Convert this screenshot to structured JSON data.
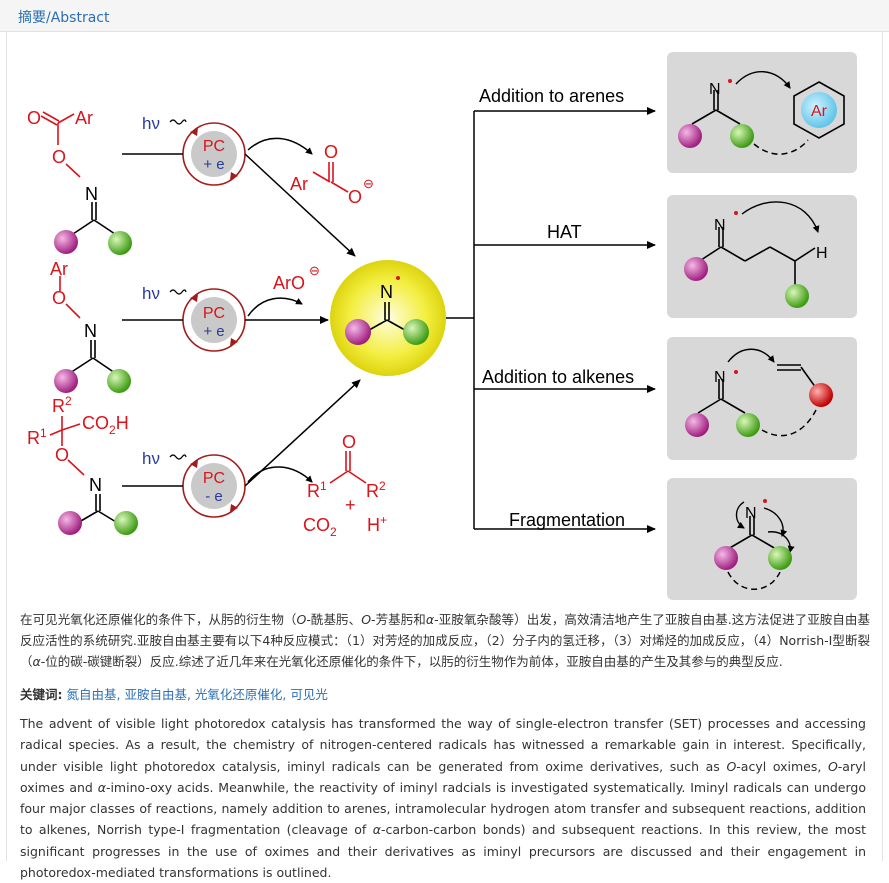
{
  "header": {
    "title": "摘要/Abstract"
  },
  "scheme": {
    "left": {
      "reagent1": {
        "top_group": "Ar",
        "o_atom": "O",
        "link_o": "O",
        "n_atom": "N"
      },
      "reagent2": {
        "top_group": "Ar",
        "link_o": "O",
        "n_atom": "N"
      },
      "reagent3": {
        "r2": "R",
        "r2_sup": "2",
        "r1": "R",
        "r1_sup": "1",
        "acid": "CO",
        "acid_sub": "2",
        "acid_h": "H",
        "link_o": "O",
        "n_atom": "N"
      },
      "light": "hν",
      "pc1": {
        "top": "PC",
        "bottom": "+ e"
      },
      "pc2": {
        "top": "PC",
        "bottom": "+ e"
      },
      "pc3": {
        "top": "PC",
        "bottom": "- e"
      },
      "byproduct1": {
        "ar": "Ar",
        "o_top": "O",
        "o_right": "O",
        "charge": "⊖"
      },
      "byproduct2": {
        "text": "ArO",
        "charge": "⊖"
      },
      "byproduct3": {
        "o_top": "O",
        "r1": "R",
        "r1_sup": "1",
        "r2": "R",
        "r2_sup": "2",
        "co2": "CO",
        "co2_sub": "2",
        "plus": "+",
        "h": "H",
        "h_sup": "+"
      },
      "center_n": "N"
    },
    "right": {
      "pathways": [
        {
          "label": "Addition to arenes",
          "n_atom": "N",
          "ring_label": "Ar"
        },
        {
          "label": "HAT",
          "n_atom": "N",
          "h_atom": "H"
        },
        {
          "label": "Addition to alkenes",
          "n_atom": "N"
        },
        {
          "label": "Fragmentation",
          "n_atom": "N"
        }
      ]
    },
    "colors": {
      "red": "#d9141b",
      "blue": "#2b3a9b",
      "magenta": "#c0399f",
      "green": "#6cbf3a",
      "yellow": "#e8e000",
      "box": "#d8d8d8",
      "pc_gray": "#c9c9c9"
    }
  },
  "abstract_cn": {
    "p1": "在可见光氧化还原催化的条件下，从肟的衍生物（",
    "i1": "O",
    "p2": "-酰基肟、",
    "i2": "O",
    "p3": "-芳基肟和",
    "i3": "α",
    "p4": "-亚胺氧杂酸等）出发，高效清洁地产生了亚胺自由基.这方法促进了亚胺自由基反应活性的系统研究.亚胺自由基主要有以下4种反应模式：（1）对芳烃的加成反应，（2）分子内的氢迁移，（3）对烯烃的加成反应，（4）Norrish-I型断裂（",
    "i4": "α",
    "p5": "-位的碳-碳键断裂）反应.综述了近几年来在光氧化还原催化的条件下，以肟的衍生物作为前体，亚胺自由基的产生及其参与的典型反应."
  },
  "keywords": {
    "label": "关键词:",
    "items": [
      "氮自由基,",
      "亚胺自由基,",
      "光氧化还原催化,",
      "可见光"
    ]
  },
  "abstract_en": {
    "p1": "The advent of visible light photoredox catalysis has transformed the way of single-electron transfer (SET) processes and accessing radical species. As a result, the chemistry of nitrogen-centered radicals has witnessed a remarkable gain in interest. Specifically, under visible light photoredox catalysis, iminyl radicals can be generated from oxime derivatives, such as ",
    "i1": "O",
    "p2": "-acyl oximes, ",
    "i2": "O",
    "p3": "-aryl oximes and ",
    "i3": "α",
    "p4": "-imino-oxy acids. Meanwhile, the reactivity of iminyl radcials is investigated systematically. Iminyl radicals can undergo four major classes of reactions, namely addition to arenes, intramolecular hydrogen atom transfer and subsequent reactions, addition to alkenes, Norrish type-I fragmentation (cleavage of ",
    "i4": "α",
    "p5": "-carbon-carbon bonds) and subsequent reactions. In this review, the most significant progresses in the use of oximes and their derivatives as iminyl precursors are discussed and their engagement in photoredox-mediated transformations is outlined."
  }
}
